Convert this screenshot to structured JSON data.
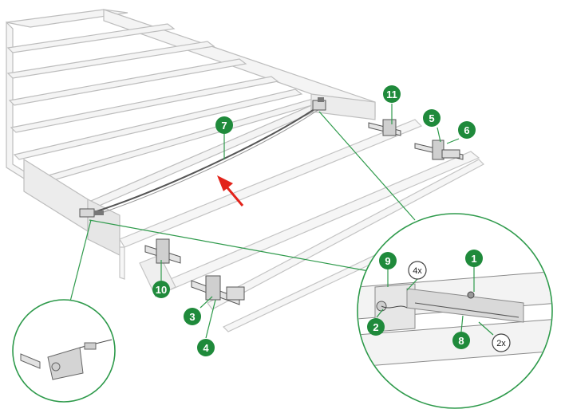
{
  "colors": {
    "callout_green": "#1f8a3b",
    "leader_green": "#2e9a4b",
    "arrow_red": "#e2231a",
    "drawing_grey": "#cfcfcf",
    "outline": "#8a8a8a",
    "dark": "#444444"
  },
  "callouts": {
    "c1": "1",
    "c2": "2",
    "c3": "3",
    "c4": "4",
    "c5": "5",
    "c6": "6",
    "c7": "7",
    "c8": "8",
    "c9": "9",
    "c10": "10",
    "c11": "11"
  },
  "quantities": {
    "q4x": "4x",
    "q2x": "2x"
  },
  "icons": {
    "arrow": "red-direction-arrow",
    "zoom_right": "zoom-detail-circle",
    "zoom_left": "zoom-detail-circle"
  }
}
